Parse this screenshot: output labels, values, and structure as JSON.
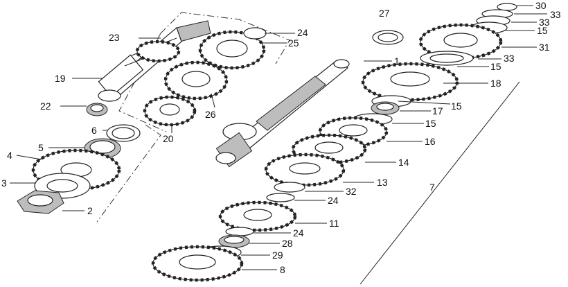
{
  "part_numbers": [
    "30",
    "33",
    "33",
    "15",
    "31",
    "33",
    "15",
    "27",
    "24",
    "25",
    "23",
    "1",
    "19",
    "18",
    "22",
    "26",
    "15",
    "17",
    "6",
    "20",
    "15",
    "5",
    "16",
    "4",
    "14",
    "7",
    "13",
    "3",
    "32",
    "24",
    "2",
    "11",
    "24",
    "28",
    "29",
    "8"
  ]
}
